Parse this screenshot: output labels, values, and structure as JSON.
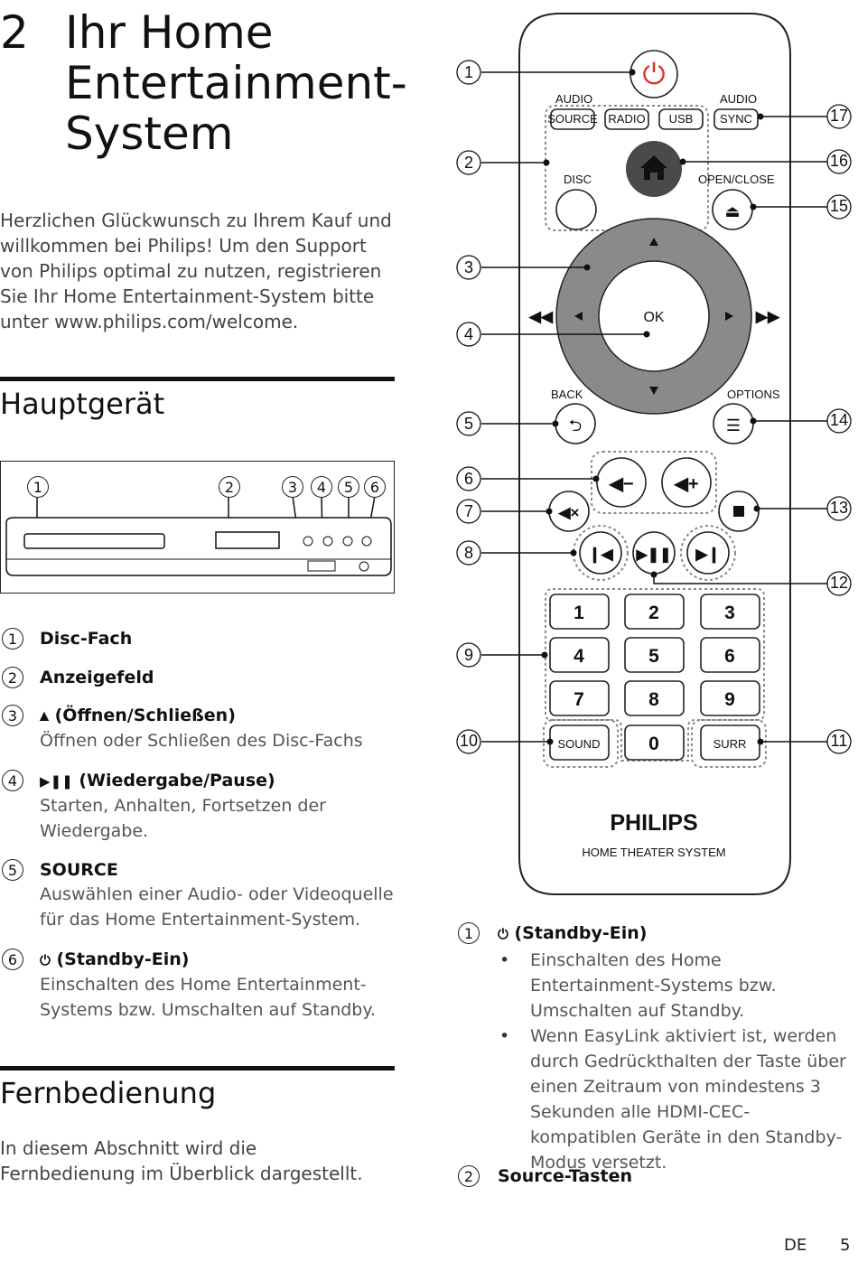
{
  "chapter": {
    "number": "2",
    "title": "Ihr Home Entertainment-System"
  },
  "intro": "Herzlichen Glückwunsch zu Ihrem Kauf und willkommen bei Philips! Um den Support von Philips optimal zu nutzen, registrieren Sie Ihr Home Entertainment-System bitte unter www.philips.com/welcome.",
  "main_unit": {
    "heading": "Hauptgerät",
    "callouts": [
      "1",
      "2",
      "3",
      "4",
      "5",
      "6"
    ],
    "items": [
      {
        "num": "1",
        "title": "Disc-Fach",
        "desc": ""
      },
      {
        "num": "2",
        "title": "Anzeigefeld",
        "desc": ""
      },
      {
        "num": "3",
        "icon": "▲",
        "title": "(Öffnen/Schließen)",
        "desc": "Öffnen oder Schließen des Disc-Fachs"
      },
      {
        "num": "4",
        "icon": "▶❚❚",
        "title": "(Wiedergabe/Pause)",
        "desc": "Starten, Anhalten, Fortsetzen der Wiedergabe."
      },
      {
        "num": "5",
        "title": "SOURCE",
        "desc": "Auswählen einer Audio- oder Videoquelle für das Home Entertainment-System."
      },
      {
        "num": "6",
        "icon": "⏻",
        "title": "(Standby-Ein)",
        "desc": "Einschalten des Home Entertainment-Systems bzw. Umschalten auf Standby."
      }
    ]
  },
  "remote_section": {
    "heading": "Fernbedienung",
    "intro": "In diesem Abschnitt wird die Fernbedienung im Überblick dargestellt."
  },
  "remote": {
    "labels": {
      "audio_source_top": "AUDIO",
      "source": "SOURCE",
      "radio": "RADIO",
      "usb": "USB",
      "audio_sync_top": "AUDIO",
      "sync": "SYNC",
      "disc": "DISC",
      "open_close": "OPEN/CLOSE",
      "ok": "OK",
      "back": "BACK",
      "options": "OPTIONS",
      "sound": "SOUND",
      "surr": "SURR",
      "brand": "PHILIPS",
      "subtitle": "HOME THEATER SYSTEM"
    },
    "digits": [
      "1",
      "2",
      "3",
      "4",
      "5",
      "6",
      "7",
      "8",
      "9",
      "0"
    ],
    "callouts": [
      "1",
      "2",
      "3",
      "4",
      "5",
      "6",
      "7",
      "8",
      "9",
      "10",
      "11",
      "12",
      "13",
      "14",
      "15",
      "16",
      "17"
    ]
  },
  "right_items": [
    {
      "num": "1",
      "icon": "⏻",
      "title": "(Standby-Ein)",
      "bullets": [
        "Einschalten des Home Entertainment-Systems bzw. Umschalten auf Standby.",
        "Wenn EasyLink aktiviert ist, werden durch Gedrückthalten der Taste über einen Zeitraum von mindestens 3 Sekunden alle HDMI-CEC-kompatiblen Geräte in den Standby-Modus versetzt."
      ]
    },
    {
      "num": "2",
      "title": "Source-Tasten",
      "bullets": []
    }
  ],
  "footer": {
    "lang": "DE",
    "page": "5"
  }
}
